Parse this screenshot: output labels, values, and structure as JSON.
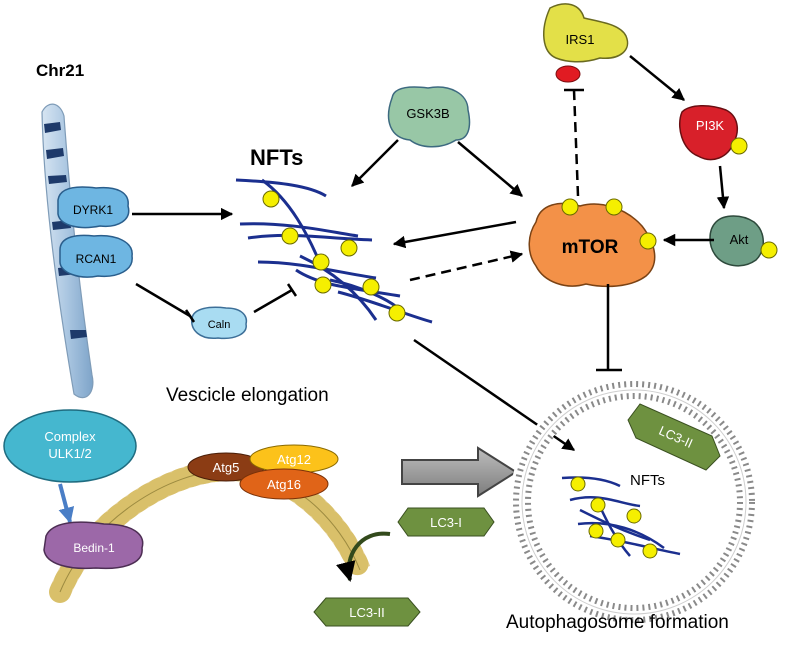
{
  "chromosome": {
    "label": "Chr21"
  },
  "proteins": {
    "dyrk1": "DYRK1",
    "rcan1": "RCAN1",
    "caln": "Caln",
    "gsk3b": "GSK3B",
    "irs1": "IRS1",
    "pi3k": "PI3K",
    "akt": "Akt",
    "mtor": "mTOR",
    "complex_line1": "Complex",
    "complex_line2": "ULK1/2",
    "bedin1": "Bedin-1",
    "atg5": "Atg5",
    "atg12": "Atg12",
    "atg16": "Atg16"
  },
  "labels": {
    "nfts_main": "NFTs",
    "nfts_inner": "NFTs",
    "vescicle": "Vescicle elongation",
    "autophagosome": "Autophagosome  formation"
  },
  "lc3": {
    "inner": "LC3-II",
    "one": "LC3-I",
    "two": "LC3-II"
  },
  "colors": {
    "fiber": "#1b2f8f",
    "dot": "#f5ef00",
    "mtor": "#f39148",
    "irs1": "#e3e048",
    "pi3k": "#d8202a",
    "akt": "#6e9e86",
    "gsk3b": "#98c7a6",
    "protein_blue": "#6eb6e2",
    "complex": "#45b7cf",
    "bedin": "#9c68a8",
    "lc3": "#6e9140"
  }
}
